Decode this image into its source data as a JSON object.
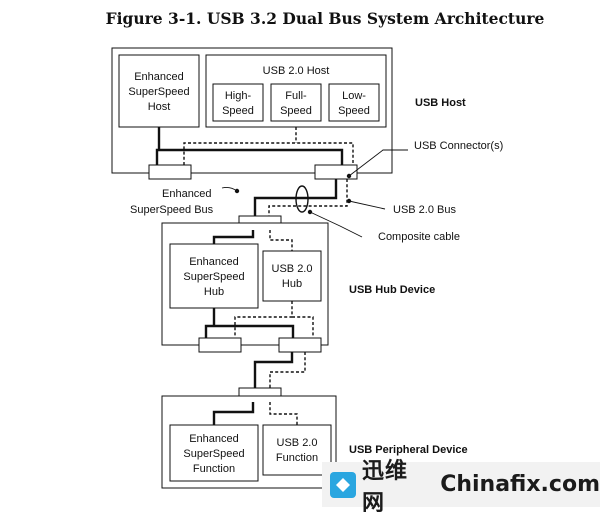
{
  "figure": {
    "title": "Figure 3-1.  USB 3.2 Dual Bus System Architecture"
  },
  "host": {
    "name": "USB Host",
    "ess_line1": "Enhanced",
    "ess_line2": "SuperSpeed",
    "ess_line3": "Host",
    "usb2_host": "USB 2.0 Host",
    "high_1": "High-",
    "high_2": "Speed",
    "full_1": "Full-",
    "full_2": "Speed",
    "low_1": "Low-",
    "low_2": "Speed"
  },
  "hub": {
    "name": "USB Hub Device",
    "ess_line1": "Enhanced",
    "ess_line2": "SuperSpeed",
    "ess_line3": "Hub",
    "usb2_line1": "USB 2.0",
    "usb2_line2": "Hub"
  },
  "peripheral": {
    "name": "USB Peripheral Device",
    "ess_line1": "Enhanced",
    "ess_line2": "SuperSpeed",
    "ess_line3": "Function",
    "usb2_line1": "USB 2.0",
    "usb2_line2": "Function"
  },
  "callouts": {
    "connector": "USB Connector(s)",
    "ess_bus_1": "Enhanced",
    "ess_bus_2": "SuperSpeed Bus",
    "usb2_bus": "USB 2.0 Bus",
    "composite": "Composite cable"
  },
  "watermark": {
    "cn": "迅维网",
    "en": "Chinafix.com",
    "accent": "#2aa6e0"
  },
  "colors": {
    "ink": "#111111",
    "background": "#ffffff"
  }
}
